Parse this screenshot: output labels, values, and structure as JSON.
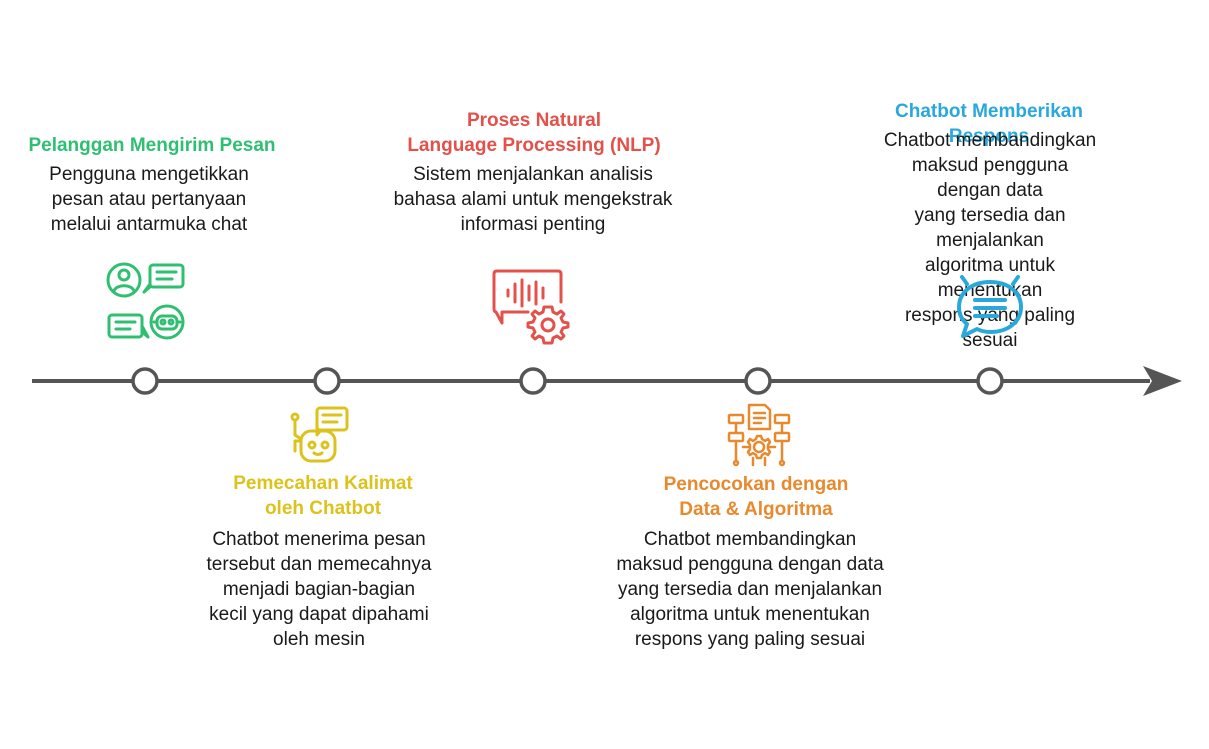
{
  "colors": {
    "green": "#2fbf71",
    "yellow": "#dcc31c",
    "red": "#e4504a",
    "orange": "#e8892d",
    "blue": "#29a8dc",
    "axis": "#555555"
  },
  "steps": [
    {
      "title": "Pelanggan Mengirim Pesan",
      "desc": "Pengguna mengetikkan\npesan atau pertanyaan\nmelalui antarmuka chat",
      "icon": "user-chat-robot-icon"
    },
    {
      "title": "Pemecahan Kalimat\noleh Chatbot",
      "desc": "Chatbot menerima pesan\ntersebut dan memecahnya\nmenjadi bagian-bagian\nkecil yang dapat dipahami\noleh mesin",
      "icon": "robot-message-icon"
    },
    {
      "title": "Proses Natural\nLanguage Processing (NLP)",
      "desc": "Sistem menjalankan analisis\nbahasa alami untuk mengekstrak\ninformasi penting",
      "icon": "voice-gear-icon"
    },
    {
      "title": "Pencocokan dengan\nData & Algoritma",
      "desc": "Chatbot membandingkan\nmaksud pengguna dengan data\nyang tersedia dan menjalankan\nalgoritma untuk menentukan\nrespons yang paling sesuai",
      "icon": "data-algorithm-icon"
    },
    {
      "title": "Chatbot Memberikan Respons",
      "desc": "Chatbot membandingkan\nmaksud pengguna dengan data\nyang tersedia dan menjalankan\nalgoritma untuk menentukan\nrespons yang paling sesuai",
      "icon": "chat-bubble-icon"
    }
  ]
}
